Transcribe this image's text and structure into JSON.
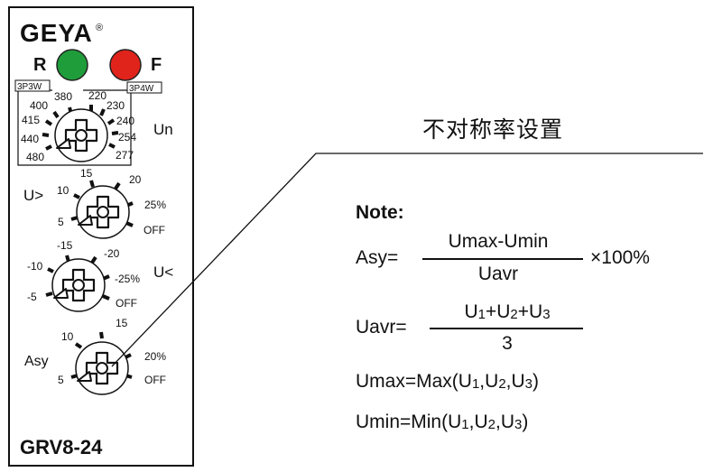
{
  "device": {
    "brand": "GEYA",
    "model": "GRV8-24",
    "led_left": {
      "label": "R",
      "color": "#1f9d3a"
    },
    "led_right": {
      "label": "F",
      "color": "#e0231b"
    }
  },
  "dial_un": {
    "name": "Un",
    "tag_left": "3P3W",
    "tag_right": "3P4W",
    "left_values": [
      "380",
      "400",
      "415",
      "440",
      "480"
    ],
    "right_values": [
      "220",
      "230",
      "240",
      "254",
      "277"
    ]
  },
  "dial_over": {
    "name": "U>",
    "values": [
      "5",
      "10",
      "15",
      "20",
      "25%",
      "OFF"
    ]
  },
  "dial_under": {
    "name": "U<",
    "values": [
      "-5",
      "-10",
      "-15",
      "-20",
      "-25%",
      "OFF"
    ]
  },
  "dial_asy": {
    "name": "Asy",
    "values": [
      "5",
      "10",
      "15",
      "20%",
      "OFF"
    ]
  },
  "callout": {
    "title": "不对称率设置"
  },
  "note": {
    "heading": "Note:",
    "asy_label": "Asy=",
    "asy_numerator": "Umax-Umin",
    "asy_denominator": "Uavr",
    "asy_factor": "×100%",
    "uavr_label": "Uavr=",
    "uavr_denominator": "3",
    "u": "U",
    "plus": "+",
    "comma": ",",
    "close": ")",
    "sub1": "1",
    "sub2": "2",
    "sub3": "3",
    "umax_prefix": "Umax=Max(",
    "umin_prefix": "Umin=Min("
  }
}
